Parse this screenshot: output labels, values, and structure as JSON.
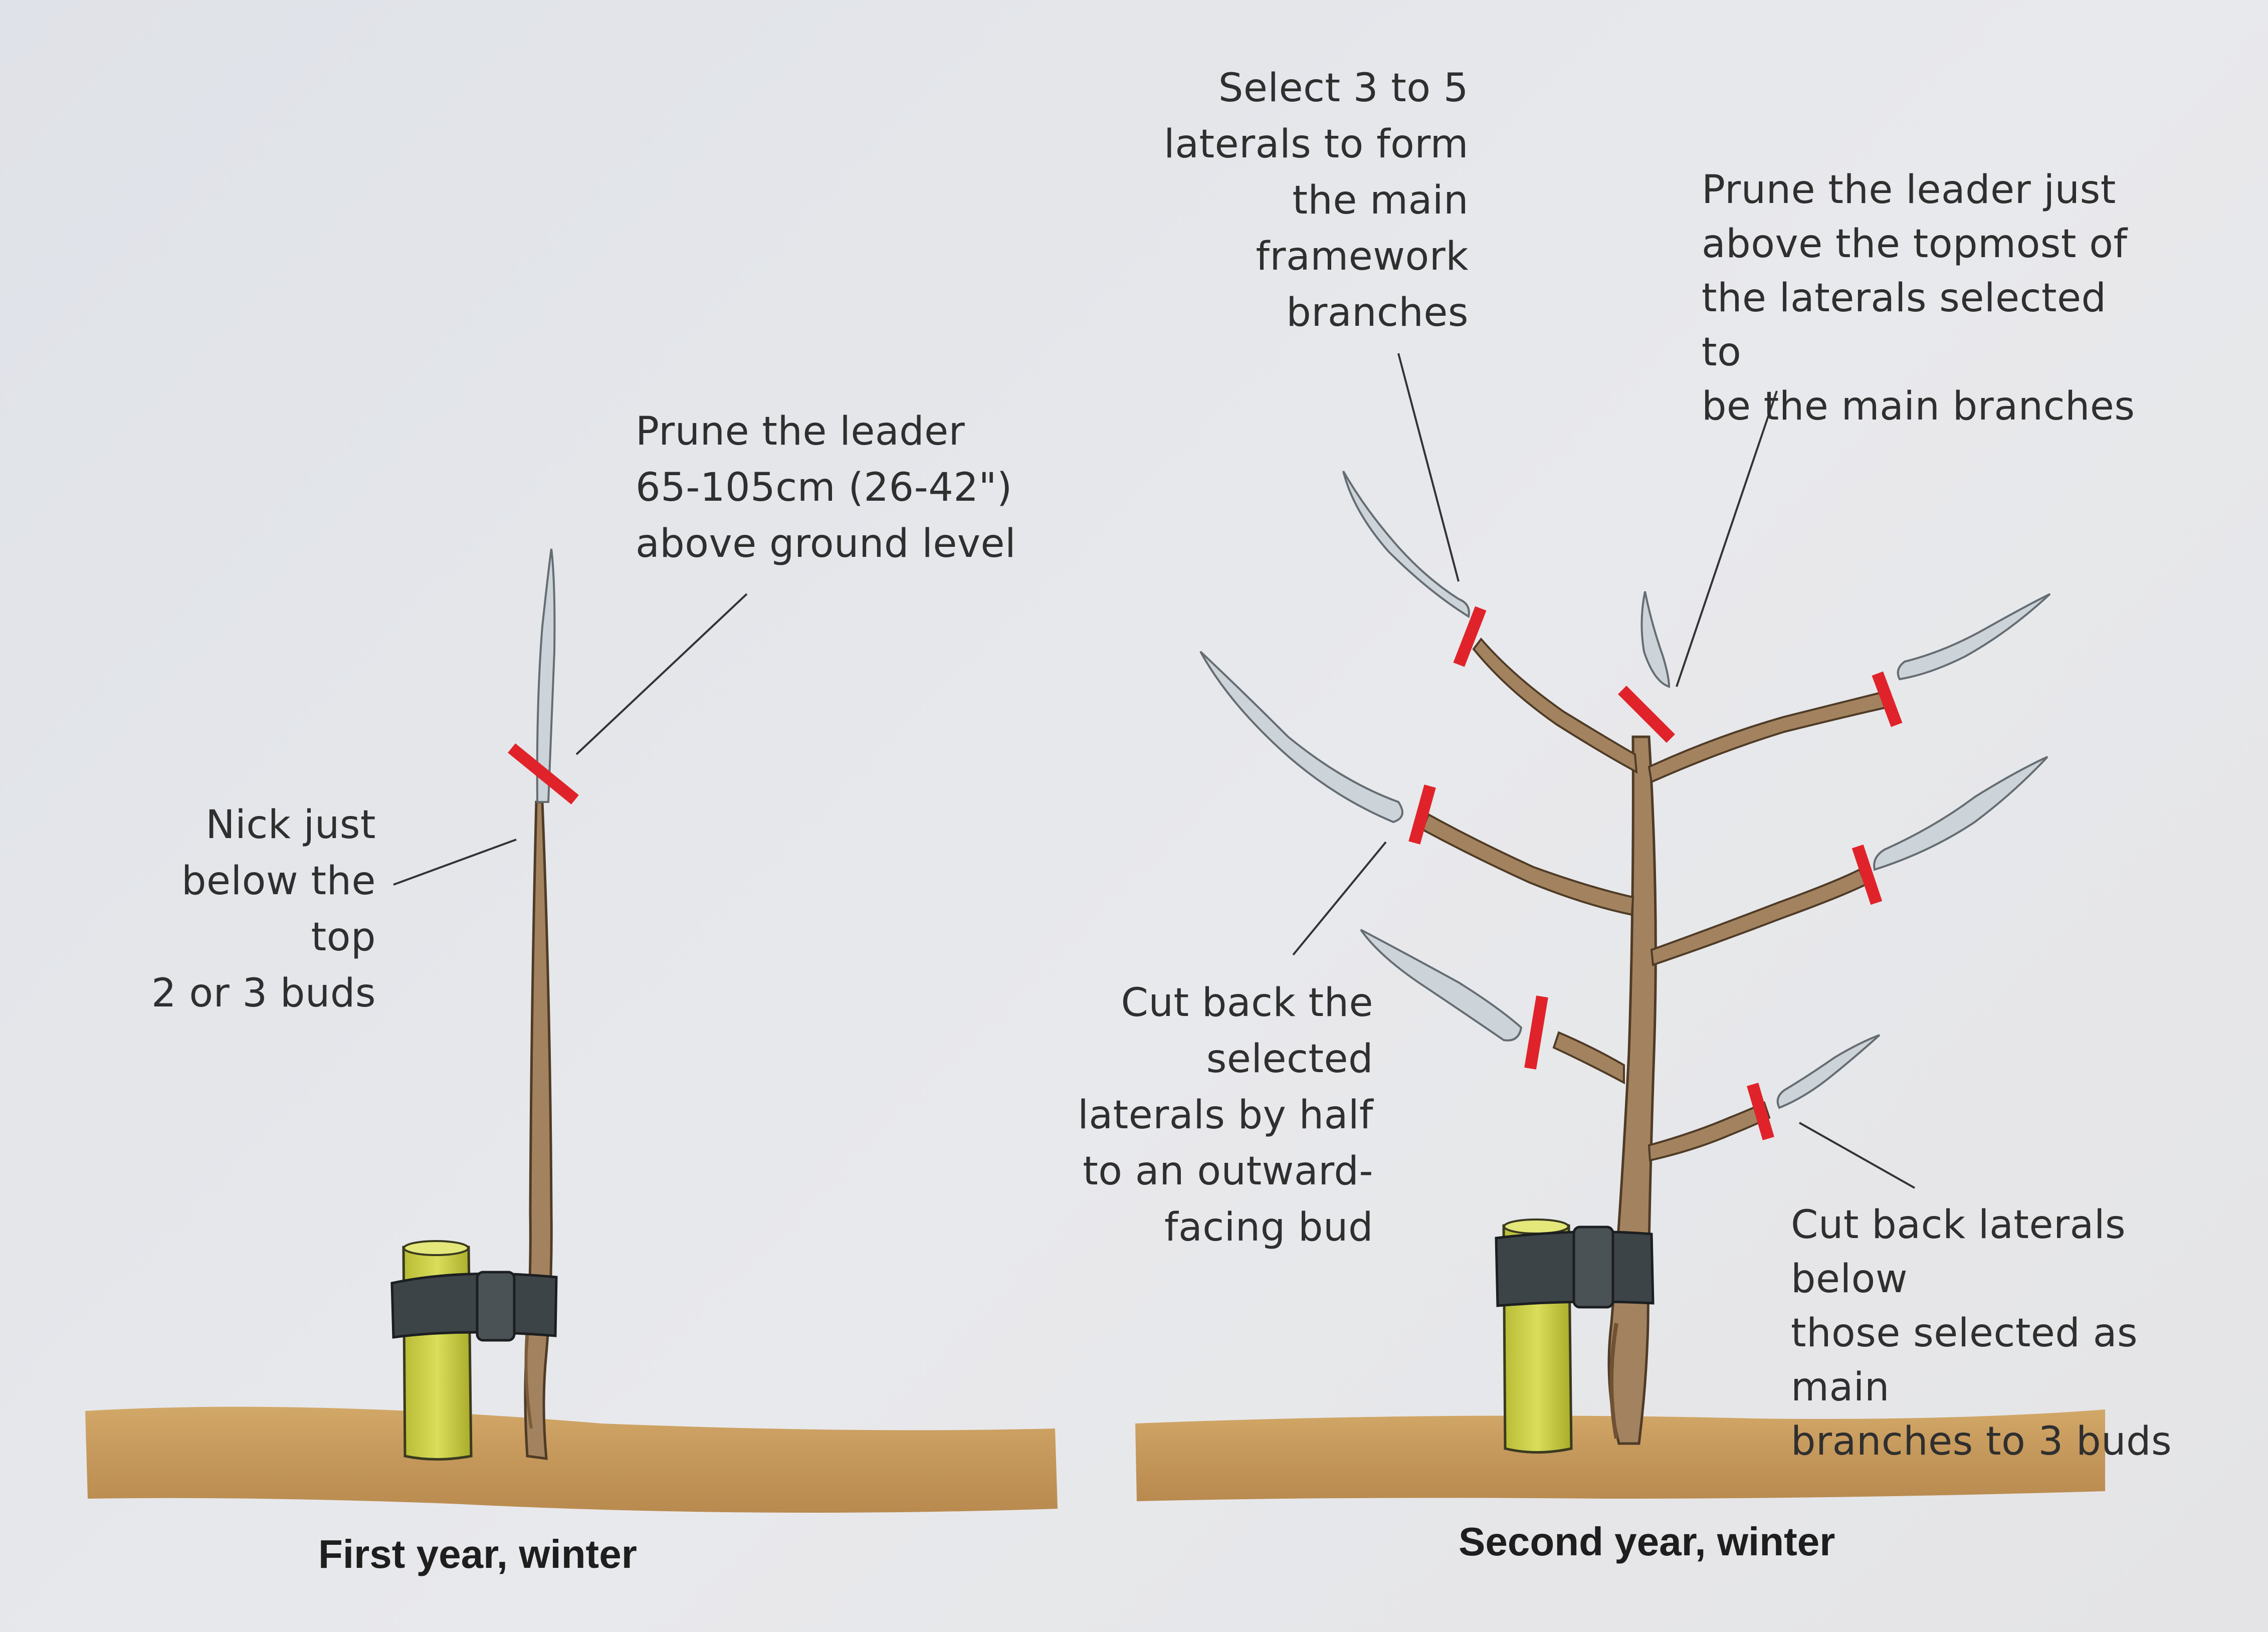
{
  "diagram": {
    "panels": [
      {
        "caption": "First year, winter",
        "annotations": [
          {
            "text": "Prune the leader\n65-105cm (26-42\")\nabove ground level"
          },
          {
            "text": "Nick just\nbelow the top\n2 or 3 buds"
          }
        ]
      },
      {
        "caption": "Second year, winter",
        "annotations": [
          {
            "text": "Select 3 to 5\nlaterals to form\nthe main\nframework\nbranches"
          },
          {
            "text": "Prune the leader just\nabove the topmost of\nthe laterals selected to\nbe the main branches"
          },
          {
            "text": "Cut back the\nselected\nlaterals by half\nto an outward-\nfacing bud"
          },
          {
            "text": "Cut back laterals below\nthose selected as main\nbranches to 3 buds"
          }
        ]
      }
    ],
    "colors": {
      "soil": "#c79a5c",
      "stake": "#cfd24a",
      "tie": "#3d4448",
      "wood": "#a3835f",
      "pruned_wood": "#c9d0d6",
      "cut_mark": "#e0232a",
      "leader_line": "#333333"
    }
  }
}
